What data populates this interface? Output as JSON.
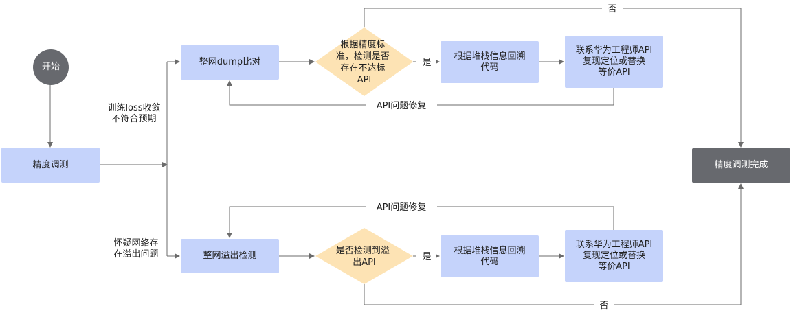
{
  "nodes": {
    "start": "开始",
    "precision_tuning": "精度调测",
    "dump_compare": "整网dump比对",
    "dump_decision": [
      "根据精度标",
      "准，检测是否",
      "存在不达标",
      "API"
    ],
    "trace_code_top": "根据堆栈信息回溯\n代码",
    "contact_top": "联系华为工程师API\n复现定位或替换\n等价API",
    "overflow_detect": "整网溢出检测",
    "overflow_decision": [
      "是否检测到溢",
      "出API"
    ],
    "trace_code_bottom": "根据堆栈信息回溯\n代码",
    "contact_bottom": "联系华为工程师API\n复现定位或替换\n等价API",
    "done": "精度调测完成"
  },
  "labels": {
    "loss_condition": "训练loss收敛\n不符合预期",
    "overflow_condition": "怀疑网络存\n在溢出问题",
    "yes_top": "是",
    "no_top": "否",
    "api_fix_top": "API问题修复",
    "yes_bottom": "是",
    "no_bottom": "否",
    "api_fix_bottom": "API问题修复"
  },
  "colors": {
    "process_fill": "#c5d3fb",
    "decision_fill": "#fde3b4",
    "terminal_fill": "#67696e",
    "line": "#6b6b6b"
  }
}
